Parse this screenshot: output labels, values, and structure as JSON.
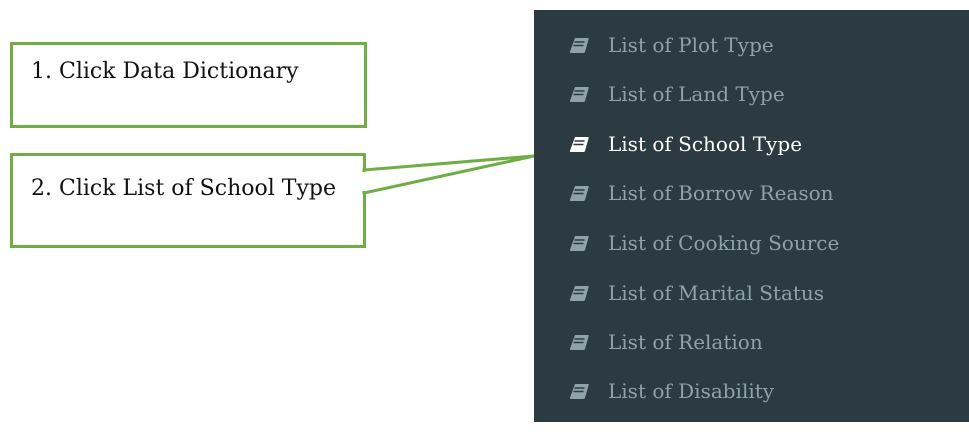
{
  "callouts": [
    {
      "text": "1. Click Data Dictionary"
    },
    {
      "text": "2. Click List of School Type"
    }
  ],
  "menu": {
    "items": [
      {
        "label": "List of Plot Type",
        "icon": "book-icon",
        "active": false
      },
      {
        "label": "List of Land Type",
        "icon": "book-icon",
        "active": false
      },
      {
        "label": "List of School Type",
        "icon": "book-icon",
        "active": true
      },
      {
        "label": "List of Borrow Reason",
        "icon": "book-icon",
        "active": false
      },
      {
        "label": "List of Cooking Source",
        "icon": "book-icon",
        "active": false
      },
      {
        "label": "List of Marital Status",
        "icon": "book-icon",
        "active": false
      },
      {
        "label": "List of Relation",
        "icon": "book-icon",
        "active": false
      },
      {
        "label": "List of Disability",
        "icon": "book-icon",
        "active": false
      }
    ]
  },
  "colors": {
    "panel_bg": "#2c3a42",
    "item_text": "#8fa1ab",
    "active_text": "#ffffff",
    "callout_border": "#70ad47"
  }
}
